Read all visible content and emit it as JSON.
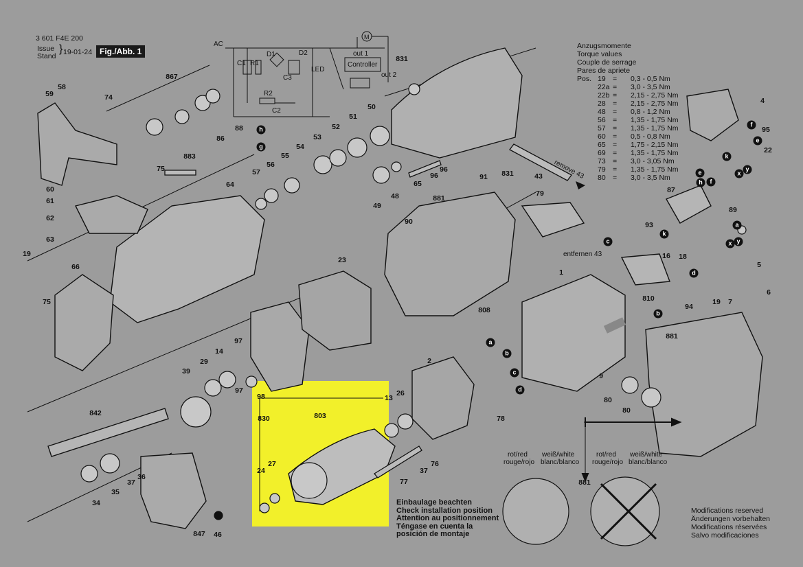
{
  "header": {
    "doc_number": "3 601 F4E 200",
    "issue_label_1": "Issue",
    "issue_label_2": "Stand",
    "issue_date": "19-01-24",
    "figure_label": "Fig./Abb. 1"
  },
  "circuit": {
    "ac": "AC",
    "c1": "C1",
    "r1": "R1",
    "d1": "D1",
    "d2": "D2",
    "led": "LED",
    "c3": "C3",
    "r2": "R2",
    "c2": "C2",
    "out1": "out 1",
    "controller": "Controller",
    "out2": "out 2",
    "motor": "M"
  },
  "torque": {
    "title_lines": [
      "Anzugsmomente",
      "Torque values",
      "Couple de serrage",
      "Pares de apriete"
    ],
    "pos_label": "Pos.",
    "rows": [
      {
        "pos": "19",
        "eq": "=",
        "val": "0,3 - 0,5 Nm"
      },
      {
        "pos": "22a",
        "eq": "=",
        "val": "3,0 - 3,5 Nm"
      },
      {
        "pos": "22b",
        "eq": "=",
        "val": "2,15 - 2,75 Nm"
      },
      {
        "pos": "28",
        "eq": "=",
        "val": "2,15 - 2,75 Nm"
      },
      {
        "pos": "48",
        "eq": "=",
        "val": "0,8 - 1,2 Nm"
      },
      {
        "pos": "56",
        "eq": "=",
        "val": "1,35 - 1,75 Nm"
      },
      {
        "pos": "57",
        "eq": "=",
        "val": "1,35 - 1,75 Nm"
      },
      {
        "pos": "60",
        "eq": "=",
        "val": "0,5 - 0,8 Nm"
      },
      {
        "pos": "65",
        "eq": "=",
        "val": "1,75 - 2,15 Nm"
      },
      {
        "pos": "69",
        "eq": "=",
        "val": "1,35 - 1,75 Nm"
      },
      {
        "pos": "73",
        "eq": "=",
        "val": "3,0 - 3,05 Nm"
      },
      {
        "pos": "79",
        "eq": "=",
        "val": "1,35 - 1,75 Nm"
      },
      {
        "pos": "80",
        "eq": "=",
        "val": "3,0 - 3,5 Nm"
      }
    ]
  },
  "notes": {
    "remove_43": "remove 43",
    "entfernen_43": "entfernen 43",
    "install_lines": [
      "Einbaulage beachten",
      "Check installation position",
      "Attention au positionnement",
      "Téngase en cuenta la",
      "posición de montaje"
    ],
    "wire_left_a": "rot/red",
    "wire_left_b": "rouge/rojo",
    "wire_right_a": "weiß/white",
    "wire_right_b": "blanc/blanco",
    "mods_lines": [
      "Modifications reserved",
      "Änderungen vorbehalten",
      "Modifications réservées",
      "Salvo modificaciones"
    ]
  },
  "parts": [
    "58",
    "59",
    "74",
    "60",
    "61",
    "62",
    "63",
    "75",
    "867",
    "883",
    "88",
    "86",
    "57",
    "56",
    "55",
    "54",
    "53",
    "52",
    "51",
    "50",
    "49",
    "48",
    "65",
    "96",
    "96",
    "91",
    "831",
    "831",
    "43",
    "64",
    "66",
    "75",
    "19",
    "97",
    "23",
    "881",
    "90",
    "79",
    "1",
    "808",
    "9",
    "29",
    "14",
    "39",
    "26",
    "13",
    "803",
    "24",
    "27",
    "2",
    "842",
    "35",
    "37",
    "36",
    "34",
    "847",
    "46",
    "830",
    "97",
    "98",
    "77",
    "37",
    "76",
    "78",
    "80",
    "80",
    "881",
    "881",
    "4",
    "95",
    "22",
    "87",
    "89",
    "93",
    "16",
    "18",
    "810",
    "94",
    "19",
    "7",
    "5",
    "6"
  ],
  "letters": [
    "a",
    "b",
    "c",
    "d",
    "e",
    "f",
    "g",
    "h",
    "k",
    "x",
    "y"
  ],
  "colors": {
    "background": "#9c9c9c",
    "highlight": "#f2f02a",
    "ink": "#111111"
  }
}
